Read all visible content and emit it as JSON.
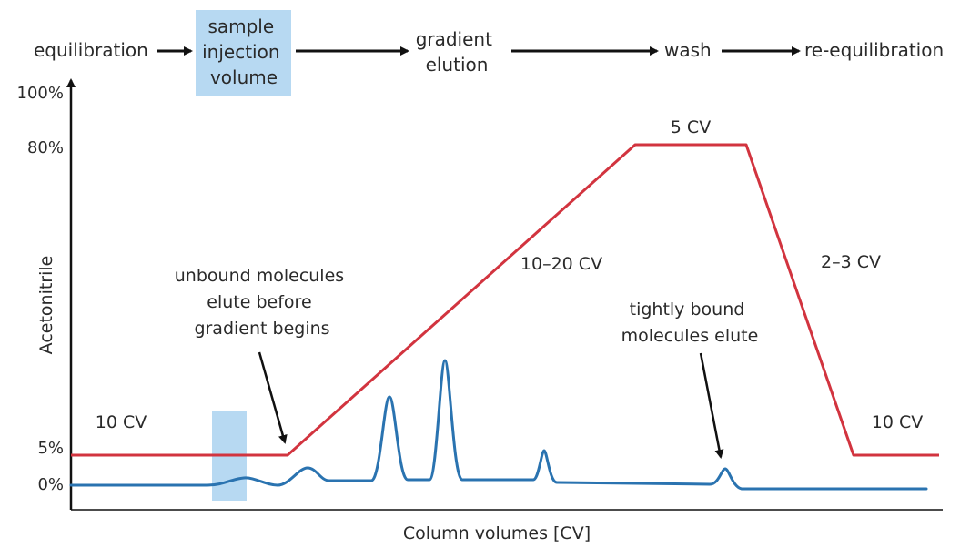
{
  "steps": {
    "equilibration": "equilibration",
    "sample_injection": [
      "sample",
      "injection",
      "volume"
    ],
    "gradient_elution": [
      "gradient",
      "elution"
    ],
    "wash": "wash",
    "re_equilibration": "re-equilibration"
  },
  "axes": {
    "ylabel": "Acetonitrile",
    "xlabel": "Column volumes [CV]",
    "ticks": [
      "100%",
      "80%",
      "5%",
      "0%"
    ]
  },
  "segments": {
    "equilibration_cv": "10 CV",
    "gradient_cv": "10–20 CV",
    "wash_cv": "5 CV",
    "step_down_cv": "2–3 CV",
    "re_equilibration_cv": "10 CV"
  },
  "annotations": {
    "unbound": [
      "unbound molecules",
      "elute before",
      "gradient begins"
    ],
    "tightly_bound": [
      "tightly bound",
      "molecules elute"
    ]
  },
  "colors": {
    "gradient_line": "#d2343f",
    "chromatogram": "#2a73b0",
    "highlight": "#b7d9f2",
    "axis": "#111111"
  }
}
